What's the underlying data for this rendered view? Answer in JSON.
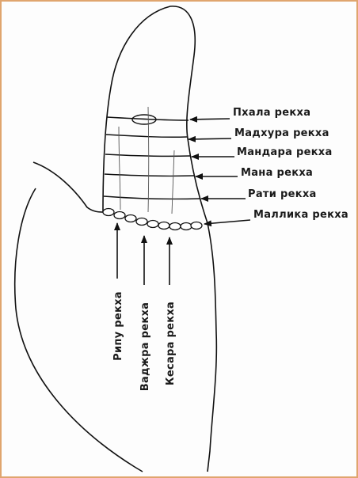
{
  "labels_right": [
    "Пхала  рекха",
    "Мадхура  рекха",
    "Мандара  рекха",
    "Мана  рекха",
    "Рати  рекха",
    "Маллика  рекха"
  ],
  "labels_bottom": [
    "Рипу  рекха",
    "Ваджра  рекха",
    "Кесара  рекха"
  ],
  "colors": {
    "frame": "#e0a56e",
    "ink": "#111111"
  }
}
